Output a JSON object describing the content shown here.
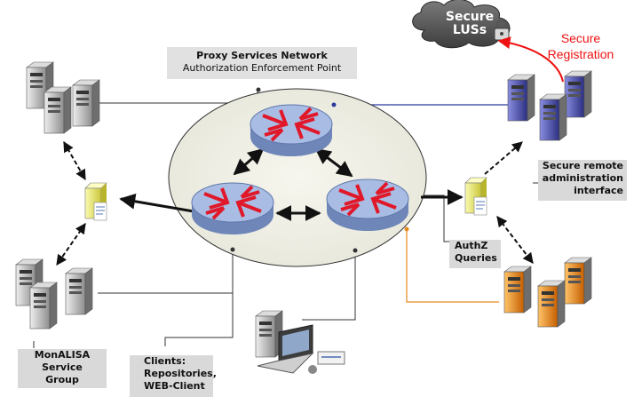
{
  "cloud": {
    "line1": "Secure",
    "line2": "LUSs"
  },
  "registration": {
    "line1": "Secure",
    "line2": "Registration"
  },
  "proxy": {
    "title": "Proxy Services Network",
    "subtitle": "Authorization Enforcement Point"
  },
  "admin": {
    "line1": "Secure remote",
    "line2": "administration",
    "line3": "interface"
  },
  "authz": {
    "line1": "AuthZ",
    "line2": "Queries"
  },
  "monalisa": {
    "line1": "MonALISA",
    "line2": "Service",
    "line3": "Group"
  },
  "clients": {
    "line1": "Clients:",
    "line2": "Repositories,",
    "line3": "WEB-Client"
  },
  "colors": {
    "router": "#9fb4dc",
    "router_arrow": "#e0182a",
    "admin_servers": "#5b5fb6",
    "lus_servers": "#f0901c",
    "monitor_servers": "#a8a8a8",
    "gateway": "#f2f07a",
    "registration_line": "#ee1111",
    "admin_line": "#2b3a9e",
    "lus_line": "#e58a1e"
  },
  "icons": [
    "router-icon",
    "server-rack-icon",
    "gateway-server-icon",
    "laptop-icon",
    "padlock-icon",
    "cloud-icon"
  ]
}
